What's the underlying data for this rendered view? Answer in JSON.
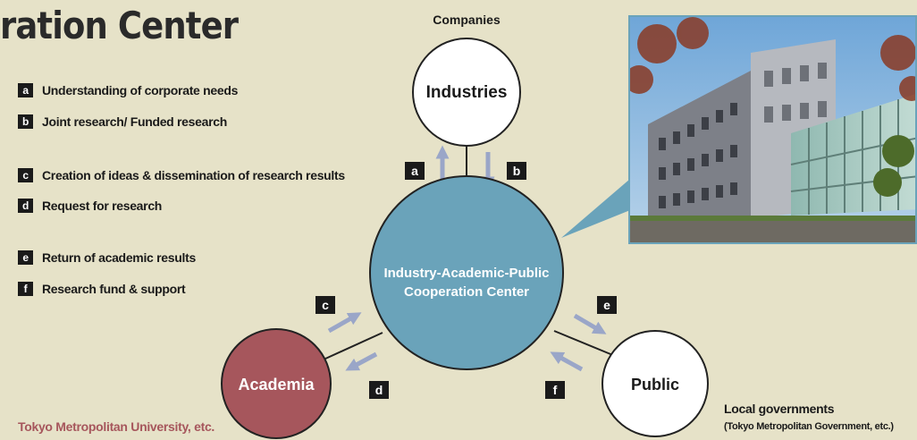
{
  "title": "ration Center",
  "legend": [
    {
      "key": "a",
      "text": "Understanding of corporate needs"
    },
    {
      "key": "b",
      "text": "Joint research/ Funded research"
    },
    {
      "key": "c",
      "text": "Creation of ideas & dissemination of research results"
    },
    {
      "key": "d",
      "text": "Request for research"
    },
    {
      "key": "e",
      "text": "Return of academic results"
    },
    {
      "key": "f",
      "text": "Research fund & support"
    }
  ],
  "nodes": {
    "industries": {
      "label": "Industries",
      "caption": "Companies"
    },
    "center": {
      "line1": "Industry-Academic-Public",
      "line2": "Cooperation Center"
    },
    "academia": {
      "label": "Academia",
      "caption": "Tokyo Metropolitan University, etc."
    },
    "public": {
      "label": "Public",
      "caption_line1": "Local governments",
      "caption_line2": "(Tokyo Metropolitan Government, etc.)"
    }
  },
  "flow_keys": {
    "a": "a",
    "b": "b",
    "c": "c",
    "d": "d",
    "e": "e",
    "f": "f"
  },
  "colors": {
    "background": "#e6e2c8",
    "center": "#6aa3ba",
    "academia": "#a6565c",
    "arrows": "#9aa6c8",
    "academia_caption": "#a6565c"
  },
  "photo": {
    "subject": "modern multi-storey glass and metal building"
  }
}
